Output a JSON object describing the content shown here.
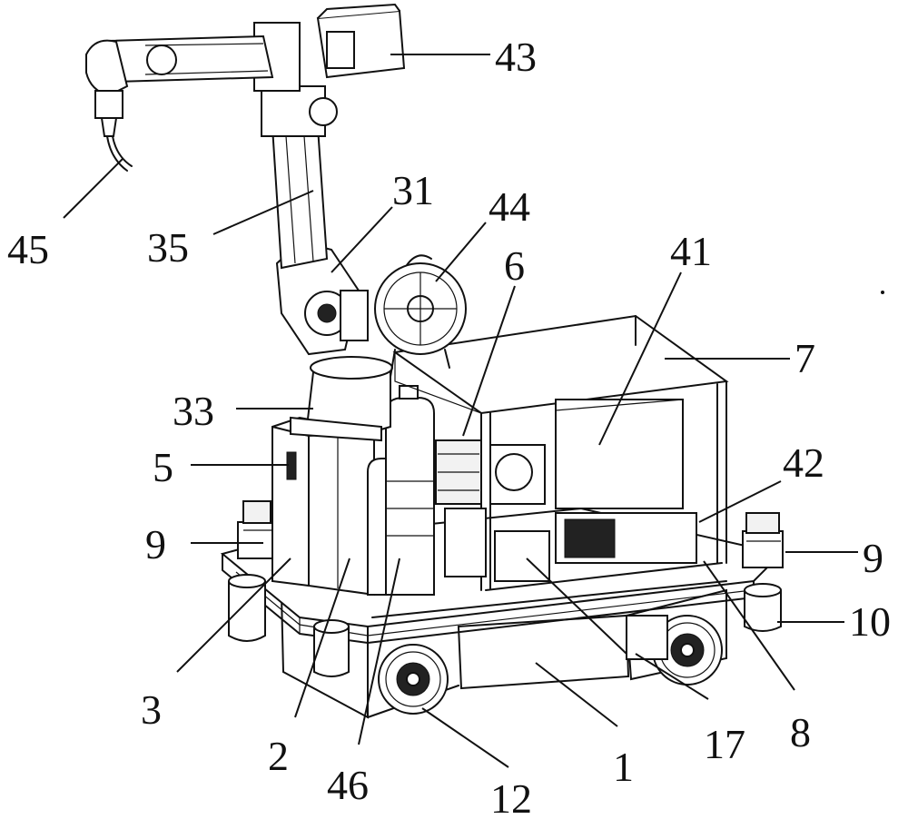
{
  "callouts": {
    "c1": "1",
    "c2": "2",
    "c3": "3",
    "c5": "5",
    "c6": "6",
    "c7": "7",
    "c8": "8",
    "c9_left": "9",
    "c9_right": "9",
    "c10": "10",
    "c12": "12",
    "c17": "17",
    "c31": "31",
    "c33": "33",
    "c35": "35",
    "c41": "41",
    "c42": "42",
    "c43": "43",
    "c44": "44",
    "c45": "45",
    "c46": "46"
  }
}
